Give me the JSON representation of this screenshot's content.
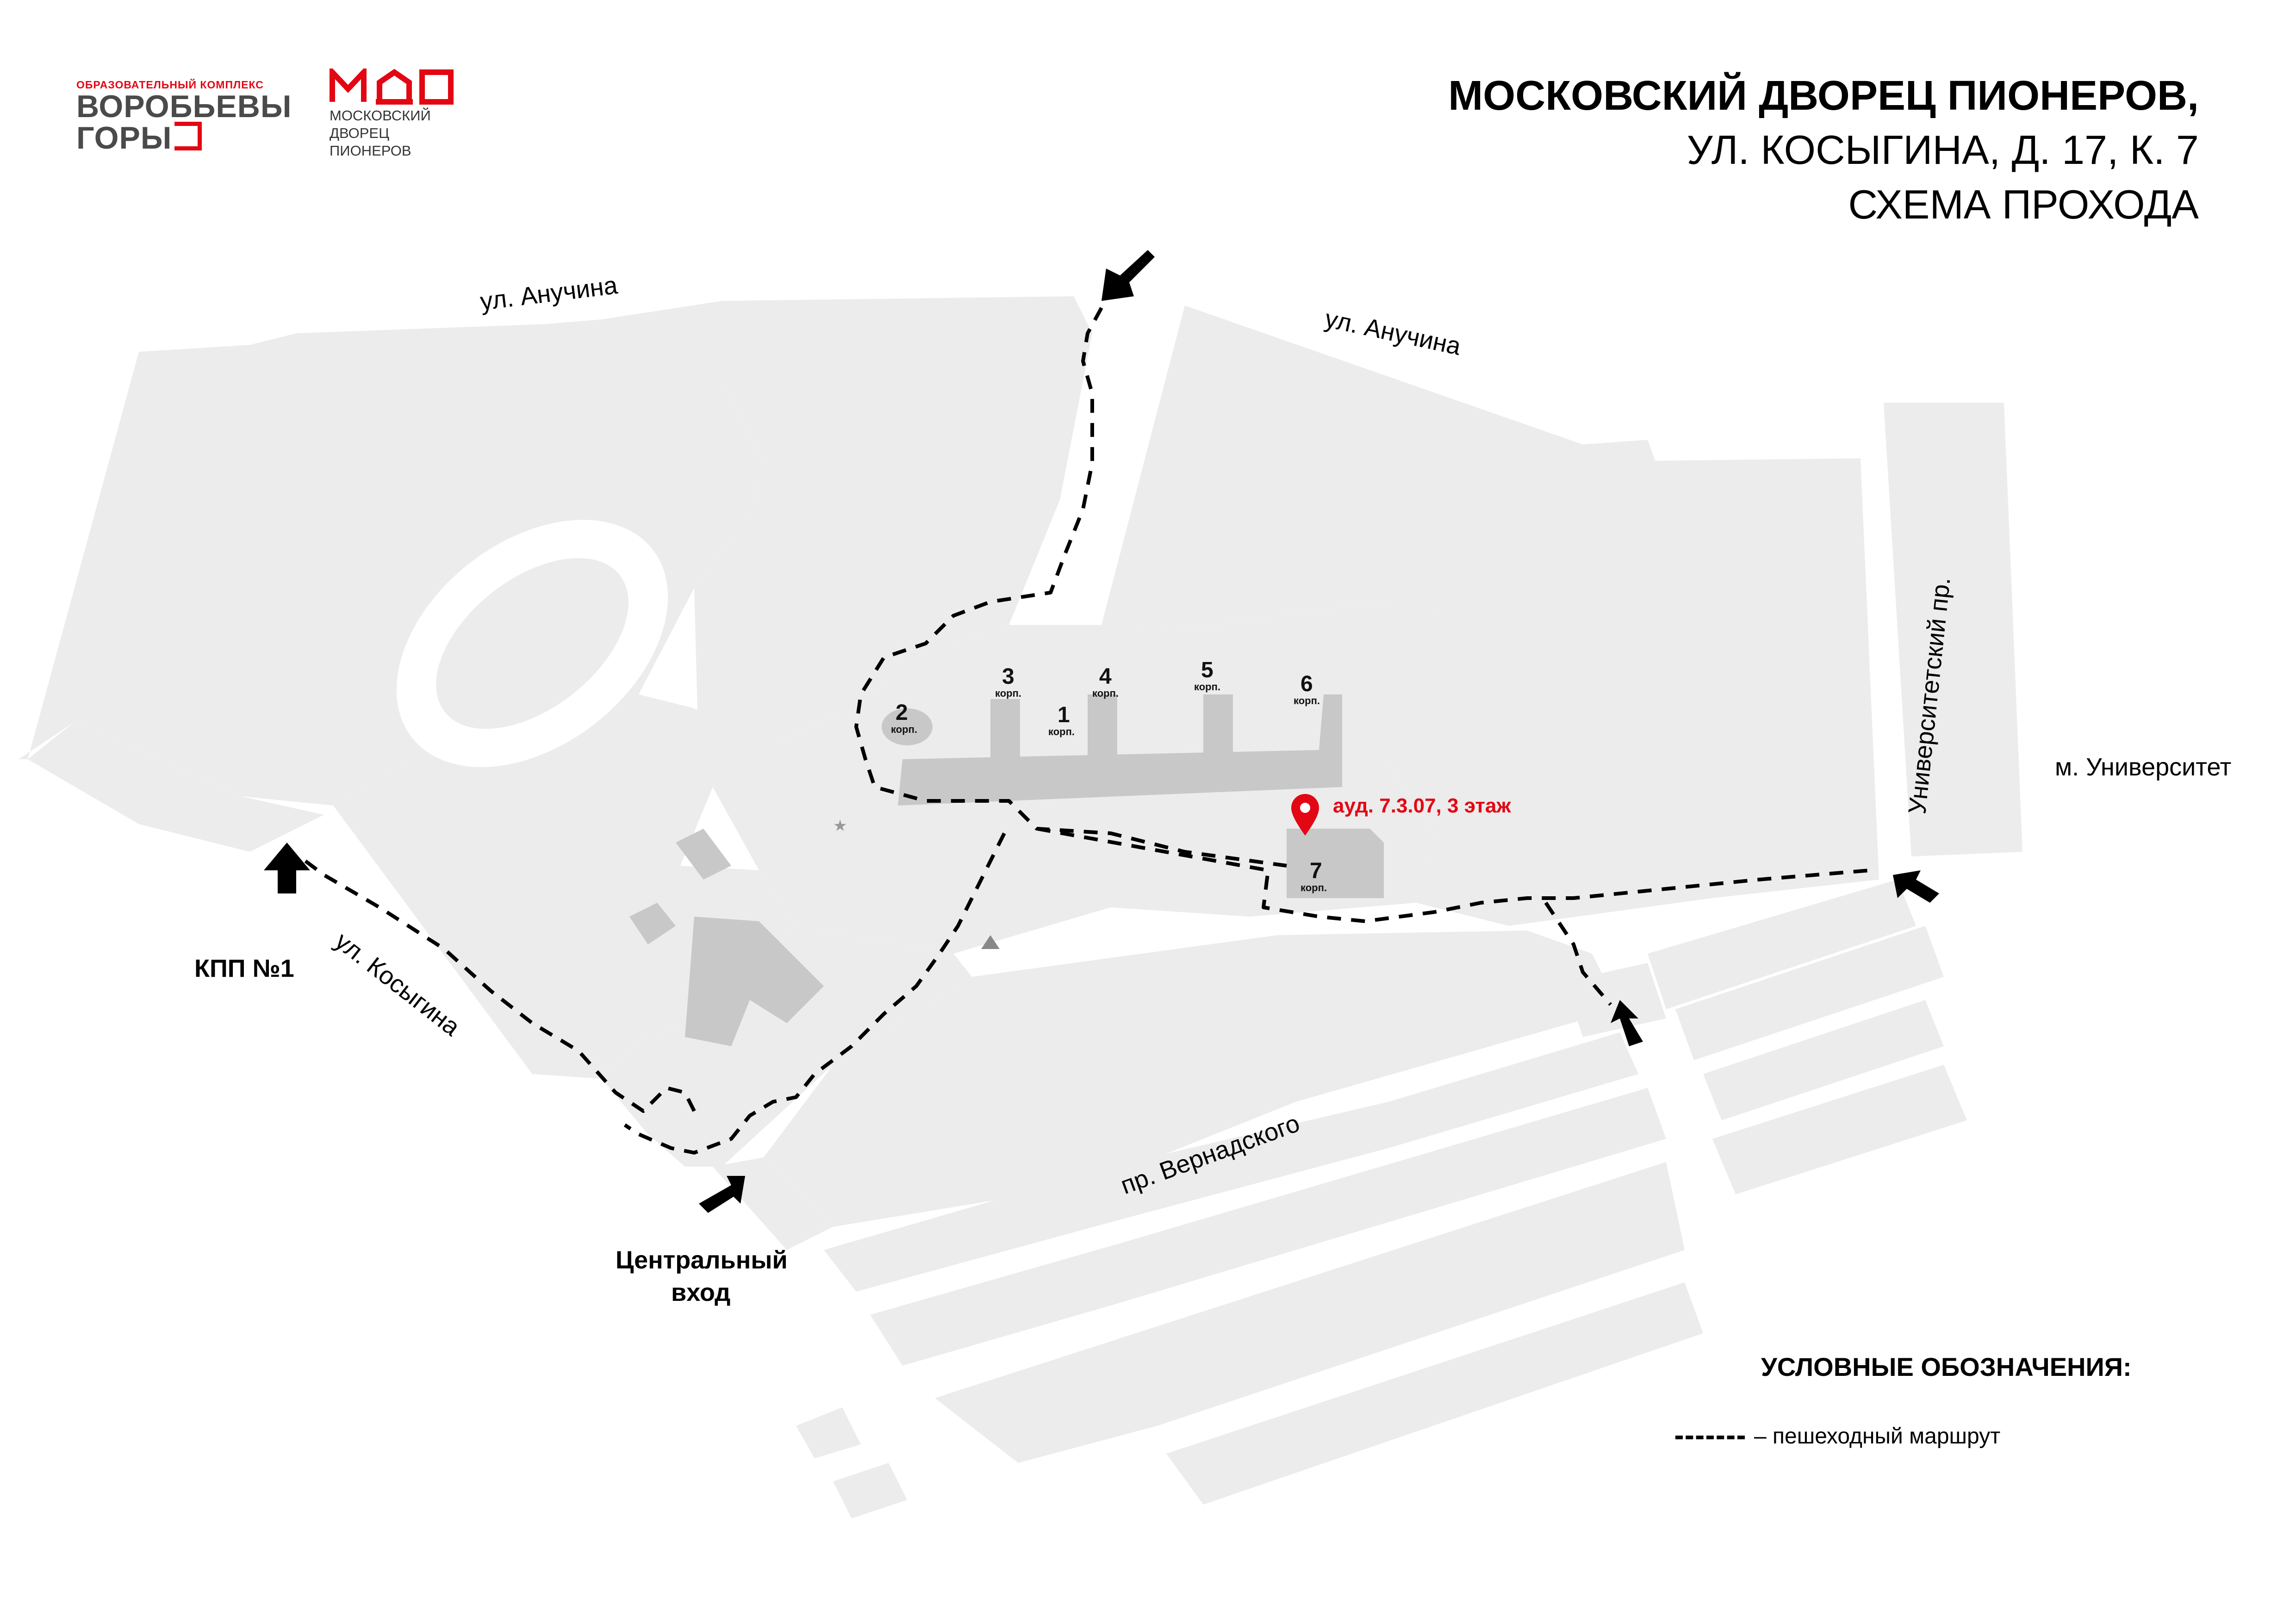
{
  "header": {
    "logo_vg_small": "ОБРАЗОВАТЕЛЬНЫЙ КОМПЛЕКС",
    "logo_vg_line1": "ВОРОБЬЕВЫ",
    "logo_vg_line2": "ГОРЫ",
    "logo_mdp_mark": "МДП",
    "logo_mdp_line1": "МОСКОВСКИЙ",
    "logo_mdp_line2": "ДВОРЕЦ",
    "logo_mdp_line3": "ПИОНЕРОВ",
    "title_line1": "МОСКОВСКИЙ ДВОРЕЦ ПИОНЕРОВ,",
    "title_line2": "УЛ. КОСЫГИНА, Д. 17, К. 7",
    "title_line3": "СХЕМА ПРОХОДА"
  },
  "map": {
    "streets": {
      "anuchina_west": "ул. Анучина",
      "anuchina_east": "ул. Анучина",
      "kosygina": "ул. Косыгина",
      "vernadskogo": "пр. Вернадского",
      "universitetsky": "Университетский пр."
    },
    "places": {
      "metro": "м. Университет",
      "kpp1": "КПП №1",
      "central_line1": "Центральный",
      "central_line2": "вход"
    },
    "buildings": [
      {
        "num": "1",
        "sub": "корп."
      },
      {
        "num": "2",
        "sub": "корп."
      },
      {
        "num": "3",
        "sub": "корп."
      },
      {
        "num": "4",
        "sub": "корп."
      },
      {
        "num": "5",
        "sub": "корп."
      },
      {
        "num": "6",
        "sub": "корп."
      },
      {
        "num": "7",
        "sub": "корп."
      }
    ],
    "destination_label": "ауд. 7.3.07, 3 этаж",
    "colors": {
      "area": "#ececec",
      "building": "#c8c8c8",
      "marker": "#e30613",
      "route": "#000000"
    }
  },
  "legend": {
    "title": "УСЛОВНЫЕ ОБОЗНАЧЕНИЯ:",
    "item_label": "– пешеходный маршрут"
  }
}
